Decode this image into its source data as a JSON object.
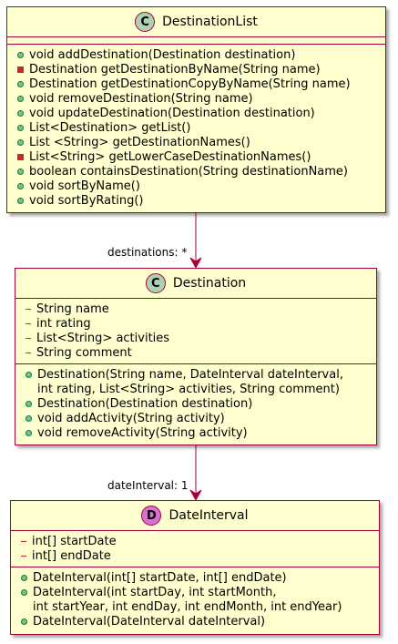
{
  "colors": {
    "class_fill": "#fefece",
    "border": "#a80036",
    "class_badge": "#add1b2",
    "datatype_badge": "#da70d6",
    "public_marker": "#84be84",
    "private_marker": "#c82930"
  },
  "classes": [
    {
      "id": "destination-list",
      "badge": "C",
      "badge_type": "class",
      "name": "DestinationList",
      "fields": [],
      "methods": [
        {
          "visibility": "public",
          "text": "void addDestination(Destination destination)"
        },
        {
          "visibility": "private",
          "text": "Destination getDestinationByName(String name)"
        },
        {
          "visibility": "public",
          "text": "Destination getDestinationCopyByName(String name)"
        },
        {
          "visibility": "public",
          "text": "void removeDestination(String name)"
        },
        {
          "visibility": "public",
          "text": "void updateDestination(Destination destination)"
        },
        {
          "visibility": "public",
          "text": "List<Destination> getList()"
        },
        {
          "visibility": "public",
          "text": "List <String> getDestinationNames()"
        },
        {
          "visibility": "private",
          "text": "List<String> getLowerCaseDestinationNames()"
        },
        {
          "visibility": "public",
          "text": "boolean containsDestination(String destinationName)"
        },
        {
          "visibility": "public",
          "text": "void sortByName()"
        },
        {
          "visibility": "public",
          "text": "void sortByRating()"
        }
      ]
    },
    {
      "id": "destination",
      "badge": "C",
      "badge_type": "class",
      "name": "Destination",
      "fields": [
        {
          "visibility": "private",
          "text": "String name"
        },
        {
          "visibility": "private",
          "text": "int rating"
        },
        {
          "visibility": "private",
          "text": "List<String> activities"
        },
        {
          "visibility": "private",
          "text": "String comment"
        }
      ],
      "methods": [
        {
          "visibility": "public",
          "text": "Destination(String name, DateInterval dateInterval,"
        },
        {
          "visibility": "none",
          "text": "int rating, List<String> activities, String comment)"
        },
        {
          "visibility": "public",
          "text": "Destination(Destination destination)"
        },
        {
          "visibility": "public",
          "text": "void addActivity(String activity)"
        },
        {
          "visibility": "public",
          "text": "void removeActivity(String activity)"
        }
      ]
    },
    {
      "id": "date-interval",
      "badge": "D",
      "badge_type": "datatype",
      "name": "DateInterval",
      "fields": [
        {
          "visibility": "private",
          "text": "int[] startDate"
        },
        {
          "visibility": "private",
          "text": "int[] endDate"
        }
      ],
      "methods": [
        {
          "visibility": "public",
          "text": "DateInterval(int[] startDate, int[] endDate)"
        },
        {
          "visibility": "public",
          "text": "DateInterval(int startDay, int startMonth,"
        },
        {
          "visibility": "none",
          "text": "int startYear, int endDay, int endMonth, int endYear)"
        },
        {
          "visibility": "public",
          "text": "DateInterval(DateInterval dateInterval)"
        }
      ]
    }
  ],
  "relations": [
    {
      "from": "destination-list",
      "to": "destination",
      "label": "destinations: *"
    },
    {
      "from": "destination",
      "to": "date-interval",
      "label": "dateInterval: 1"
    }
  ]
}
